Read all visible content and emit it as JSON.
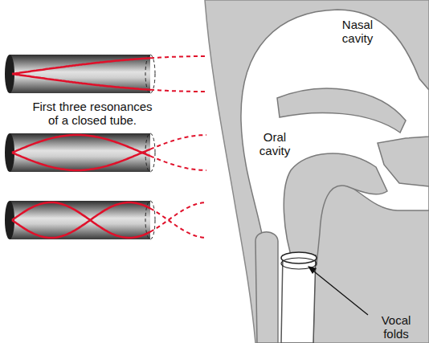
{
  "diagram": {
    "labels": [
      "First three resonances of a closed tube.",
      "Nasal cavity",
      "Oral cavity",
      "Vocal folds"
    ]
  }
}
